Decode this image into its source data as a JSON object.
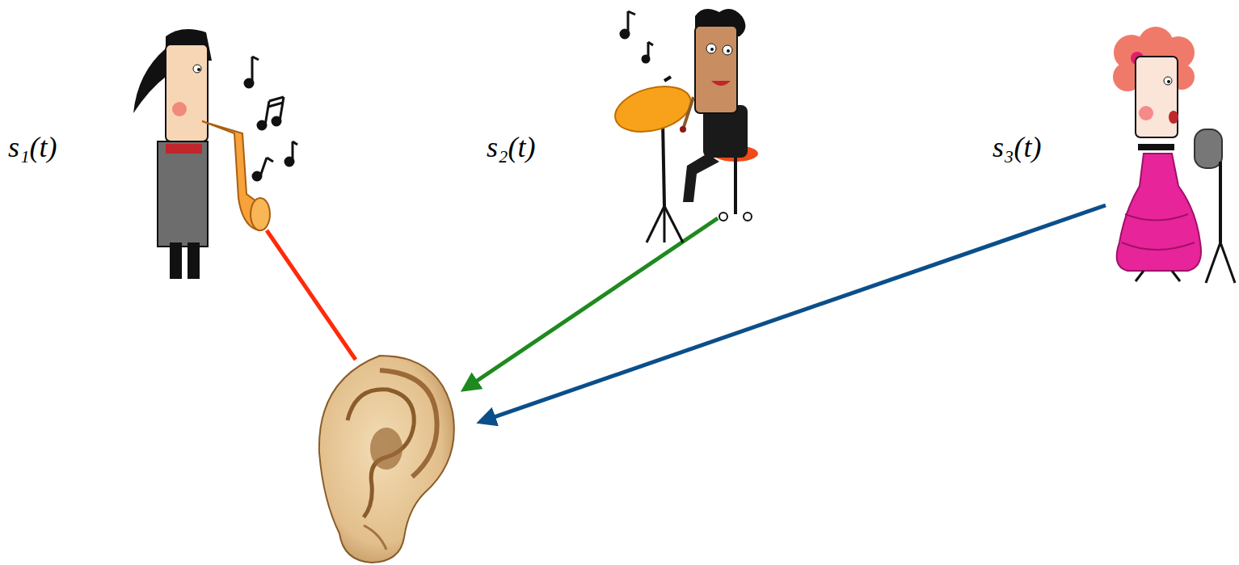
{
  "diagram": {
    "labels": [
      "s₁(t)",
      "s₂(t)",
      "s₃(t)"
    ]
  }
}
